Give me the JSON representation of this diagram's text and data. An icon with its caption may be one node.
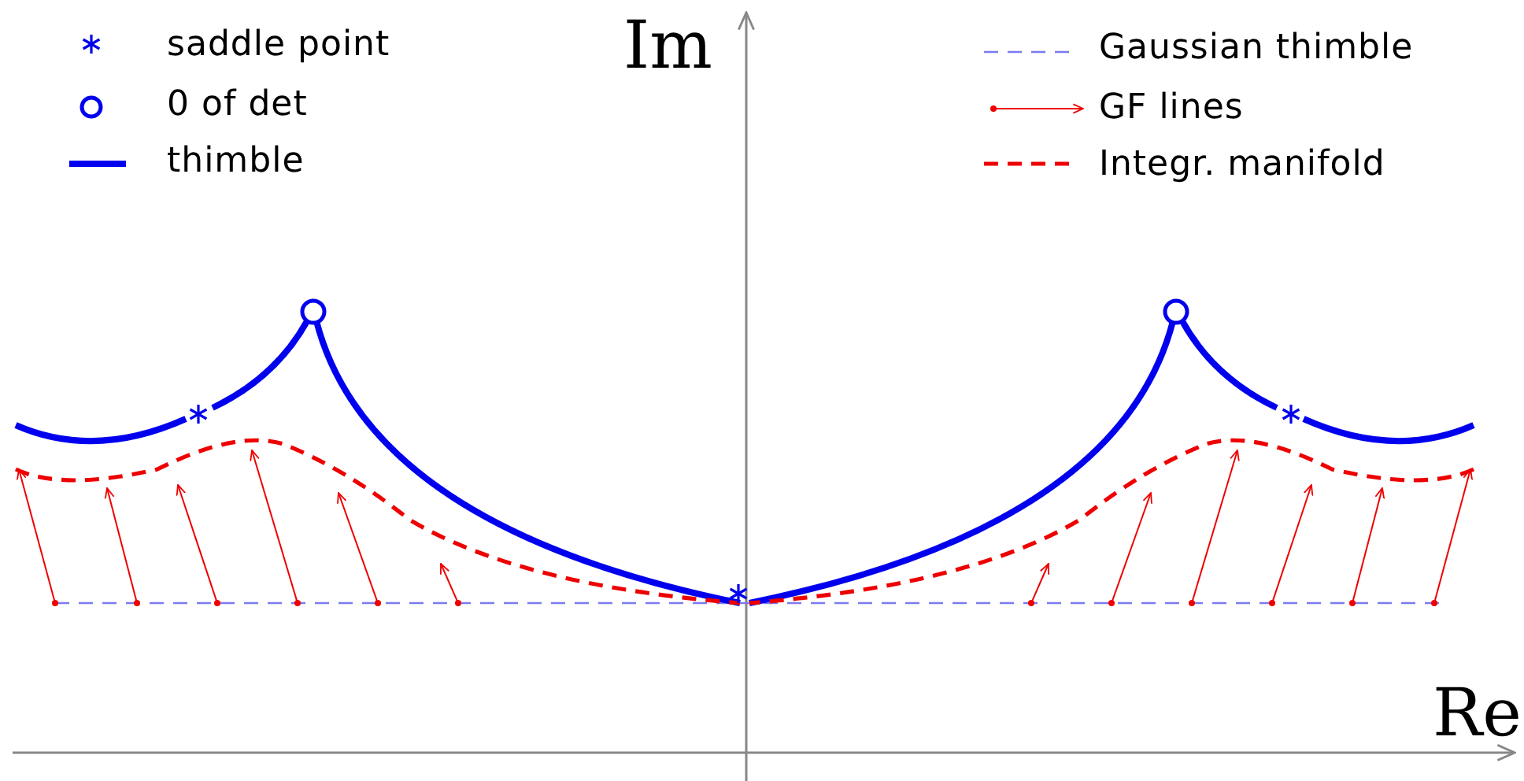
{
  "diagram": {
    "labels": [
      "Im",
      "Re"
    ],
    "legend": [
      {
        "text": "saddle point"
      },
      {
        "text": "0 of det"
      },
      {
        "text": "thimble"
      },
      {
        "text": "Gaussian thimble"
      },
      {
        "text": "GF lines"
      },
      {
        "text": "Integr. manifold"
      }
    ]
  }
}
